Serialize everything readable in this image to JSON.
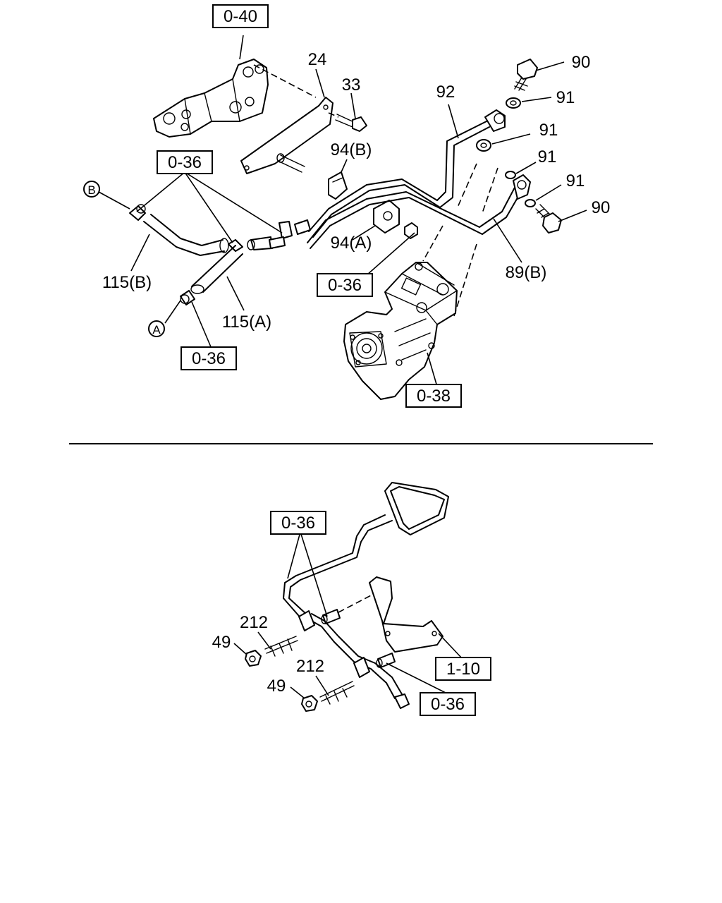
{
  "references": {
    "ref_040": "0-40",
    "ref_036": "0-36",
    "ref_038": "0-38",
    "ref_110": "1-10"
  },
  "callouts": {
    "c24": "24",
    "c33": "33",
    "c90": "90",
    "c91": "91",
    "c92": "92",
    "c94a": "94(A)",
    "c94b": "94(B)",
    "c89b": "89(B)",
    "c115a": "115(A)",
    "c115b": "115(B)",
    "c212": "212",
    "c49": "49"
  },
  "connectors": {
    "a": "A",
    "b": "B"
  }
}
